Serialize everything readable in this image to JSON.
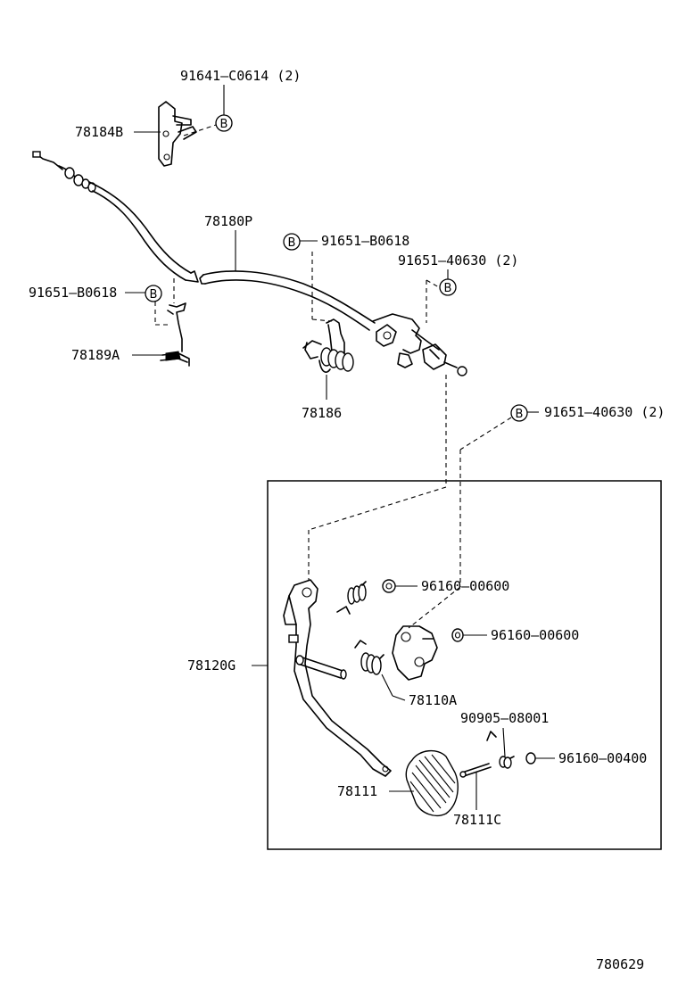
{
  "labels": {
    "p91641_c0614": "91641–C0614 (2)",
    "p78184b": "78184B",
    "p78180p": "78180P",
    "p91651_b0618_top": "91651–B0618",
    "p91651_40630_top": "91651–40630 (2)",
    "p91651_b0618_left": "91651–B0618",
    "p78189a": "78189A",
    "p78186": "78186",
    "p91651_40630_mid": "91651–40630 (2)",
    "p96160_00600_a": "96160–00600",
    "p96160_00600_b": "96160–00600",
    "p78120g": "78120G",
    "p78110a": "78110A",
    "p90905_08001": "90905–08001",
    "p96160_00400": "96160–00400",
    "p78111": "78111",
    "p78111c": "78111C",
    "diagram_id": "780629"
  },
  "bolt_marker": "B"
}
